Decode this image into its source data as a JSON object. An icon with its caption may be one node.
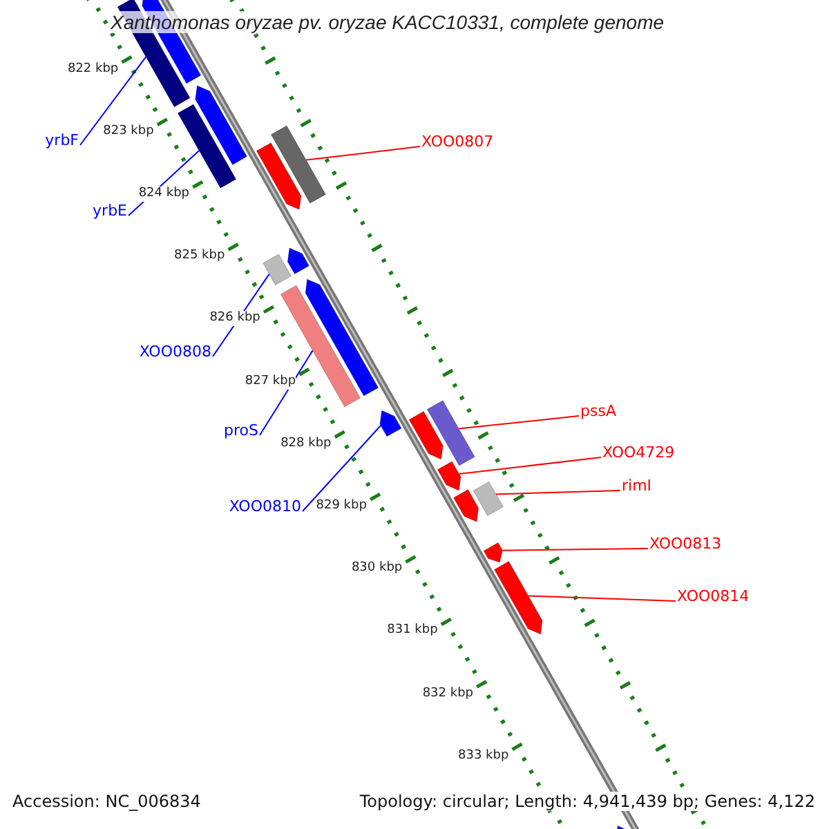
{
  "diagram": {
    "title": "Xanthomonas oryzae pv. oryzae KACC10331, complete genome",
    "nodes": [
      {
        "text": [
          "yrbF"
        ]
      },
      {
        "text": [
          "yrbE"
        ]
      },
      {
        "text": [
          "XOO0807"
        ]
      },
      {
        "text": [
          "XOO0808"
        ]
      },
      {
        "text": [
          "proS"
        ]
      },
      {
        "text": [
          "XOO0810"
        ]
      },
      {
        "text": [
          "pssA"
        ]
      },
      {
        "text": [
          "XOO4729"
        ]
      },
      {
        "text": [
          "rimI"
        ]
      },
      {
        "text": [
          "XOO0813"
        ]
      },
      {
        "text": [
          "XOO0814"
        ]
      },
      {
        "text": [],
        "shape": "box"
      },
      {
        "text": [],
        "shape": "arrow"
      },
      {
        "text": [],
        "shape": "arrow"
      },
      {
        "text": [],
        "shape": "box"
      },
      {
        "text": [],
        "shape": "box"
      },
      {
        "text": [],
        "shape": "arrow"
      },
      {
        "text": [],
        "shape": "box"
      },
      {
        "text": [],
        "shape": "arrow"
      },
      {
        "text": [],
        "shape": "box"
      },
      {
        "text": [],
        "shape": "arrow"
      },
      {
        "text": [],
        "shape": "arrow"
      },
      {
        "text": [],
        "shape": "box"
      },
      {
        "text": [],
        "shape": "arrow"
      },
      {
        "text": [],
        "shape": "arrow"
      },
      {
        "text": [],
        "shape": "arrow"
      },
      {
        "text": [],
        "shape": "box"
      },
      {
        "text": [],
        "shape": "arrow"
      },
      {
        "text": [],
        "shape": "arrow"
      },
      {
        "text": [],
        "shape": "arrow"
      }
    ],
    "edges": [
      {
        "from": 0,
        "to": 11,
        "arrow": "none",
        "color": "#0000ff"
      },
      {
        "from": 1,
        "to": 14,
        "arrow": "none",
        "color": "#0000ff"
      },
      {
        "from": 2,
        "to": 15,
        "arrow": "none"
      },
      {
        "from": 3,
        "to": 17,
        "arrow": "none",
        "color": "#0000ff"
      },
      {
        "from": 4,
        "to": 19,
        "arrow": "none",
        "color": "#0000ff"
      },
      {
        "from": 5,
        "to": 21,
        "arrow": "none",
        "color": "#0000ff"
      },
      {
        "from": 6,
        "to": 22,
        "arrow": "none"
      },
      {
        "from": 7,
        "to": 24,
        "arrow": "none"
      },
      {
        "from": 8,
        "to": 26,
        "arrow": "none"
      },
      {
        "from": 9,
        "to": 27,
        "arrow": "none"
      },
      {
        "from": 10,
        "to": 28,
        "arrow": "none"
      }
    ],
    "labels": [
      "822 kbp",
      "823 kbp",
      "824 kbp",
      "825 kbp",
      "826 kbp",
      "827 kbp",
      "828 kbp",
      "829 kbp",
      "830 kbp",
      "831 kbp",
      "832 kbp",
      "833 kbp",
      "Accession: NC_006834",
      "Topology: circular; Length: 4,941,439 bp; Genes: 4,122"
    ]
  }
}
